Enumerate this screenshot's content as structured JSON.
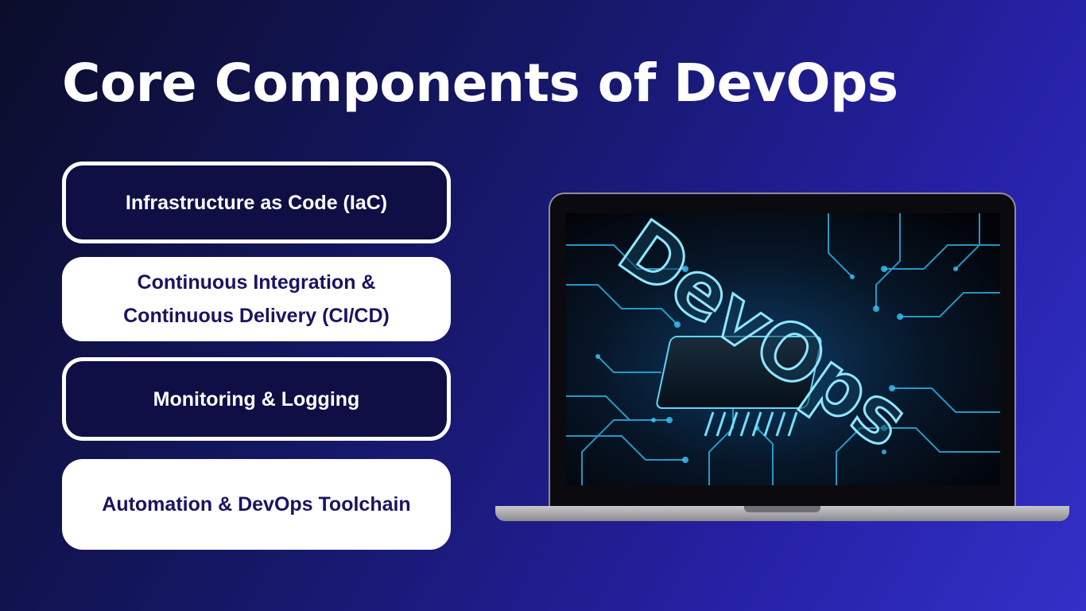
{
  "title": "Core Components of DevOps",
  "components": [
    {
      "lines": [
        "Infrastructure as Code (IaC)"
      ]
    },
    {
      "lines": [
        "Continuous Integration &",
        "Continuous Delivery (CI/CD)"
      ]
    },
    {
      "lines": [
        "Monitoring & Logging"
      ]
    },
    {
      "lines": [
        "Automation & DevOps Toolchain"
      ]
    }
  ],
  "laptop_screen_text": "DevOps",
  "colors": {
    "card_dark_bg": "#0f0f45",
    "card_light_text": "#1a1460",
    "glow": "#35c9ff"
  }
}
